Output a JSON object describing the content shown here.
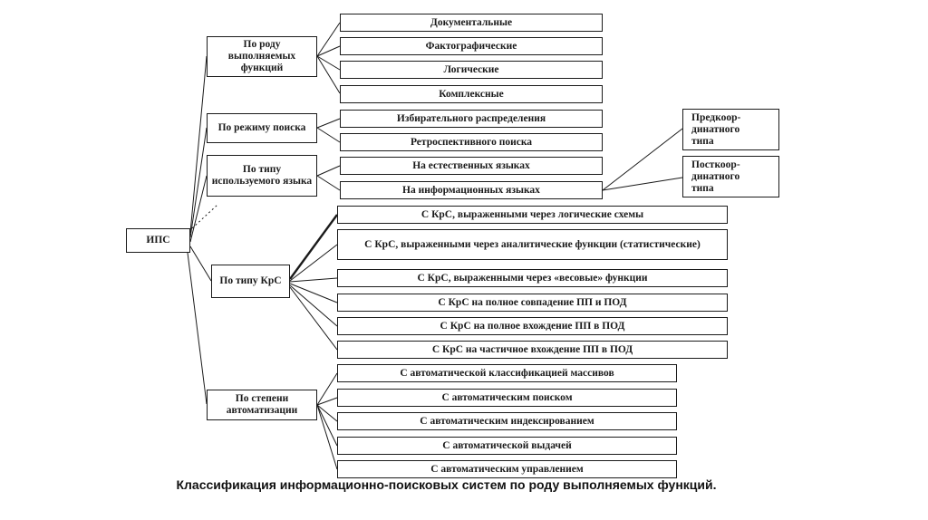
{
  "root": {
    "label": "ИПС"
  },
  "branches": [
    {
      "label": "По роду выполняемых функций",
      "leaves": [
        "Документальные",
        "Фактографические",
        "Логические",
        "Комплексные"
      ]
    },
    {
      "label": "По режиму поиска",
      "leaves": [
        "Избирательного распределения",
        "Ретроспективного поиска"
      ]
    },
    {
      "label": "По типу используемого языка",
      "leaves": [
        "На естественных языках",
        "На информационных языках"
      ]
    },
    {
      "label": "По типу КрС",
      "leaves": [
        "С КрС, выраженными через логические схемы",
        "С КрС, выраженными через аналитические функции (статистические)",
        "С КрС, выраженными через «весовые» функции",
        "С КрС на полное совпадение ПП и ПОД",
        "С КрС на полное вхождение ПП в ПОД",
        "С КрС на частичное вхождение ПП в ПОД"
      ]
    },
    {
      "label": "По степени автоматизации",
      "leaves": [
        "С автоматической классификацией массивов",
        "С автоматическим поиском",
        "С автоматическим индексированием",
        "С автоматической выдачей",
        "С автоматическим управлением"
      ]
    }
  ],
  "coordination_types": [
    "Предкоор-\nдинатного\nтипа",
    "Посткоор-\nдинатного\nтипа"
  ],
  "caption": "Классификация информационно-поисковых систем по роду выполняемых функций.",
  "colors": {
    "line": "#1a1a1a",
    "background": "#ffffff"
  }
}
